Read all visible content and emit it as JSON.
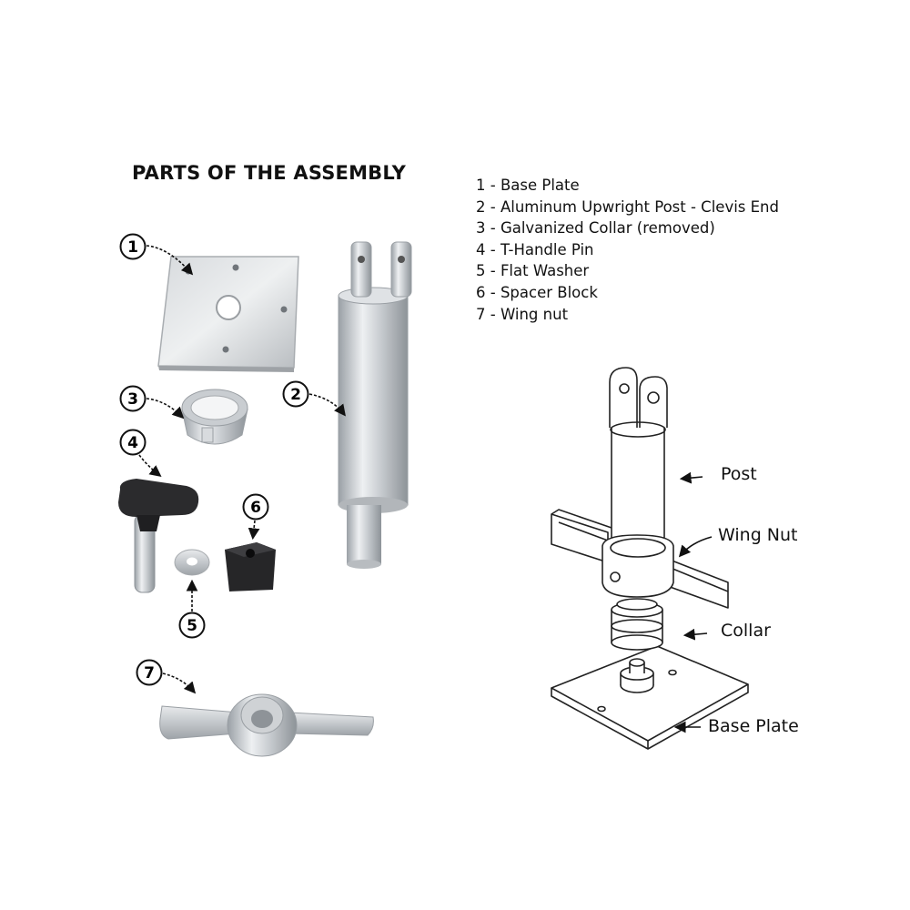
{
  "title": "PARTS OF THE ASSEMBLY",
  "legend": [
    "1 - Base Plate",
    "2 - Aluminum Upwright Post - Clevis End",
    "3 - Galvanized Collar (removed)",
    "4 - T-Handle Pin",
    "5 - Flat Washer",
    "6 - Spacer Block",
    "7 - Wing nut"
  ],
  "markers": [
    "1",
    "2",
    "3",
    "4",
    "5",
    "6",
    "7"
  ],
  "callouts": {
    "post": "Post",
    "wing_nut": "Wing Nut",
    "collar": "Collar",
    "base_plate": "Base Plate"
  }
}
